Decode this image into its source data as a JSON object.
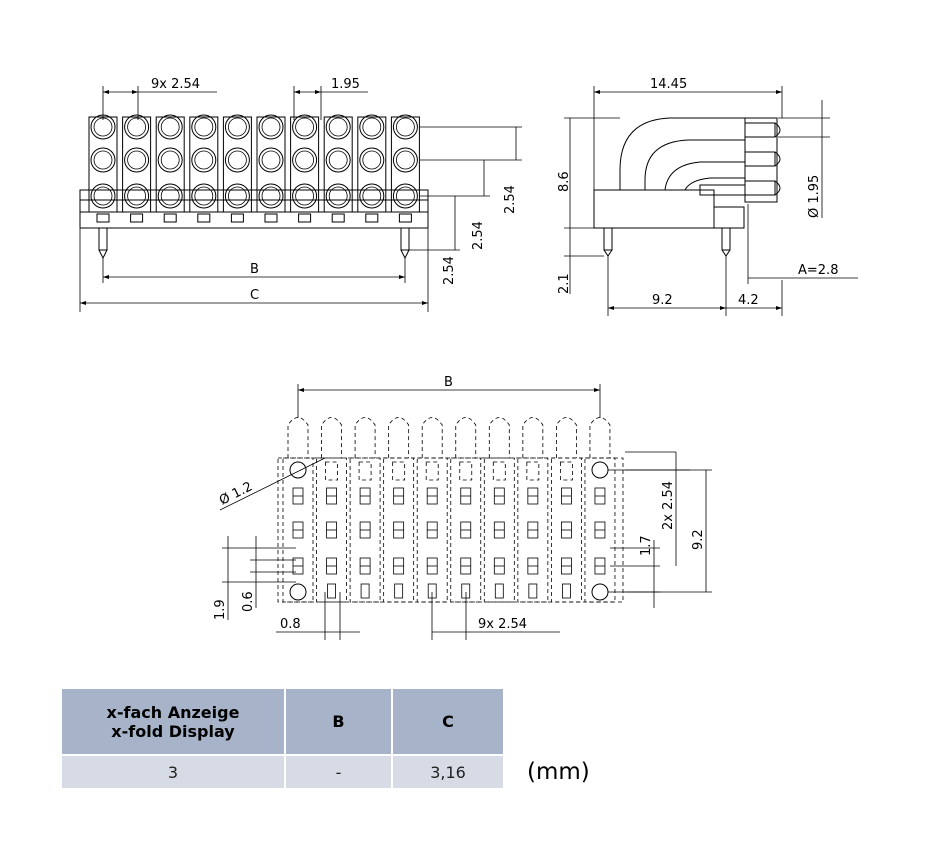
{
  "front_view": {
    "pitch_label": "9x 2.54",
    "diam_label": "1.95",
    "row_pitch_1": "2.54",
    "row_pitch_2": "2.54",
    "pin_offset": "2.54",
    "b_label": "B",
    "c_label": "C"
  },
  "side_view": {
    "depth_label": "14.45",
    "height_label": "8.6",
    "pin_len_label": "2.1",
    "pin_dist_label": "9.2",
    "pin_dist2_label": "4.2",
    "lens_diam_label": "Ø 1.95",
    "a_label": "A=2.8"
  },
  "footprint": {
    "b_label": "B",
    "hole_diam_label": "Ø 1.2",
    "row_pitch_label": "2x 2.54",
    "width_label": "9.2",
    "pad_pitch_label": "1.7",
    "pad_w_label": "0.8",
    "pitch_label": "9x 2.54",
    "pad_h_label": "0.6",
    "edge_label": "1.9"
  },
  "table": {
    "header_col1_line1": "x-fach Anzeige",
    "header_col1_line2": "x-fold Display",
    "header_col2": "B",
    "header_col3": "C",
    "row": {
      "col1": "3",
      "col2": "-",
      "col3": "3,16"
    }
  },
  "unit_label": "(mm)"
}
